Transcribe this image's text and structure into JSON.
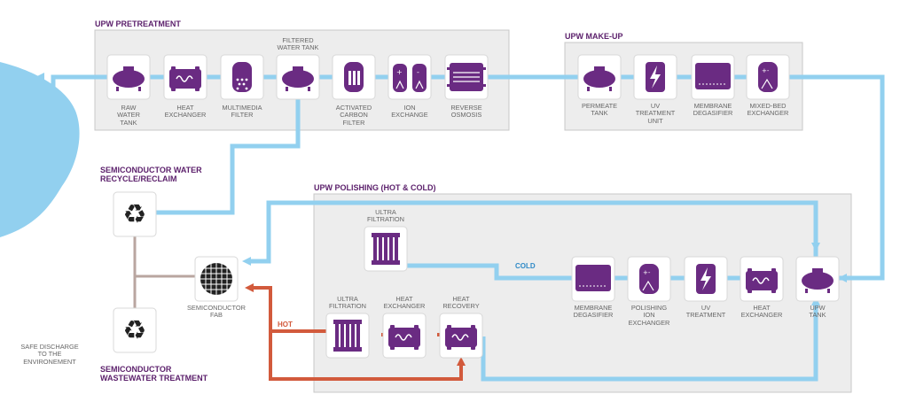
{
  "colors": {
    "water": "#92d0ef",
    "purple": "#6a2b82",
    "hot": "#d25a3c",
    "cold": "#2f8ac7",
    "panel": "#ededed",
    "recycle": "#b9a6a0"
  },
  "sections": {
    "pretreatment": "UPW PRETREATMENT",
    "makeup": "UPW MAKE-UP",
    "polishing": "UPW POLISHING (HOT & COLD)",
    "recycle": "SEMICONDUCTOR WATER\nRECYCLE/RECLAIM",
    "wastewater": "SEMICONDUCTOR\nWASTEWATER TREATMENT"
  },
  "units": {
    "raw_water_tank": "RAW\nWATER\nTANK",
    "heat_exchanger_pre": "HEAT\nEXCHANGER",
    "multimedia_filter": "MULTIMEDIA\nFILTER",
    "filtered_water_tank": "FILTERED\nWATER TANK",
    "activated_carbon_filter": "ACTIVATED\nCARBON\nFILTER",
    "ion_exchange": "ION\nEXCHANGE",
    "reverse_osmosis": "REVERSE\nOSMOSIS",
    "permeate_tank": "PERMEATE\nTANK",
    "uv_treatment_unit": "UV\nTREATMENT\nUNIT",
    "membrane_degasifier_makeup": "MEMBRANE\nDEGASIFIER",
    "mixed_bed_exchanger": "MIXED-BED\nEXCHANGER",
    "ultra_filtration_cold": "ULTRA\nFILTRATION",
    "semiconductor_fab": "SEMICONDUCTOR\nFAB",
    "ultra_filtration_hot": "ULTRA\nFILTRATION",
    "heat_exchanger_hot": "HEAT\nEXCHANGER",
    "heat_recovery": "HEAT\nRECOVERY",
    "membrane_degasifier_pol": "MEMBRANE\nDEGASIFIER",
    "polishing_ion_exchanger": "POLISHING\nION\nEXCHANGER",
    "uv_treatment_pol": "UV\nTREATMENT",
    "heat_exchanger_pol": "HEAT\nEXCHANGER",
    "upw_tank": "UPW\nTANK",
    "safe_discharge": "SAFE DISCHARGE\nTO THE\nENVIRONEMENT"
  },
  "lines": {
    "hot": "HOT",
    "cold": "COLD"
  }
}
